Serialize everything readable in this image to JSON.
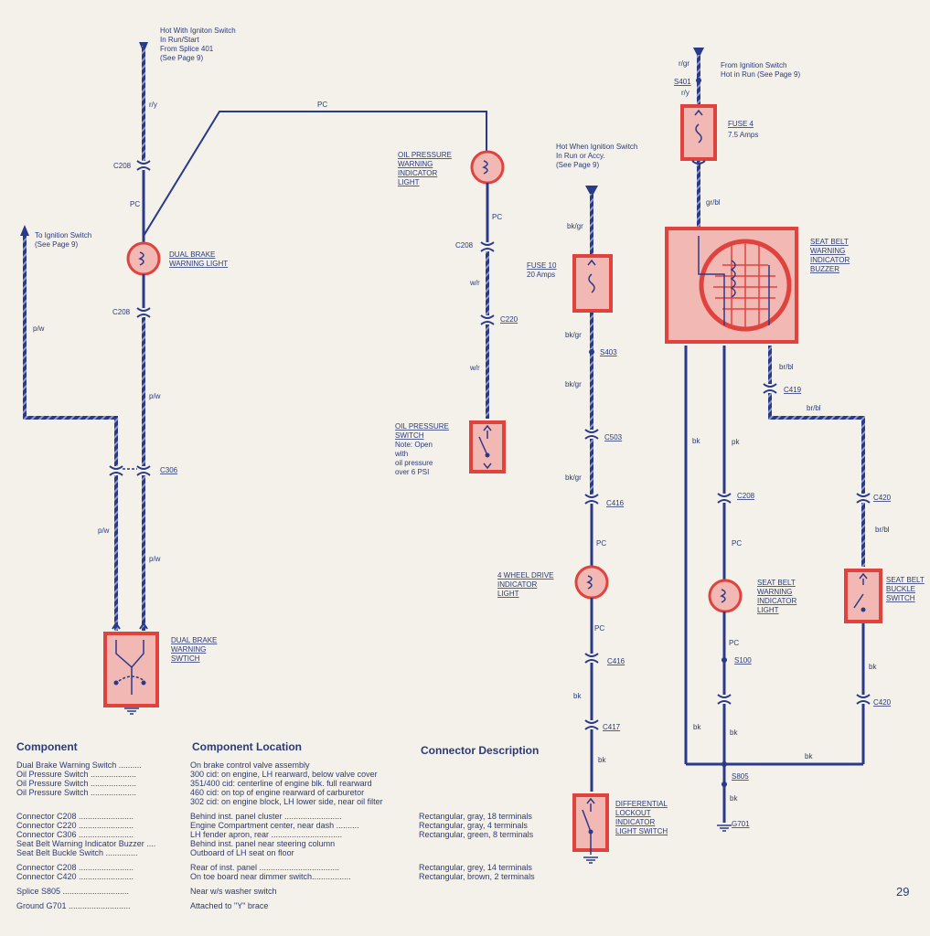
{
  "page_number": "29",
  "top_left_note": [
    "Hot With Igniton Switch",
    "In Run/Start",
    "From Splice 401",
    "(See Page 9)"
  ],
  "to_ignition": [
    "To Ignition Switch",
    "(See Page 9)"
  ],
  "top_right_note": [
    "From Ignition Switch",
    "Hot in Run (See Page 9)"
  ],
  "mid_note": [
    "Hot When Ignition Switch",
    "In Run or Accy.",
    "(See Page  9)"
  ],
  "wires": {
    "ry": "r/y",
    "pc": "PC",
    "pw": "p/w",
    "wr": "w/r",
    "bkgr": "bk/gr",
    "rgr": "r/gr",
    "grbl": "gr/bl",
    "brbl": "br/bl",
    "bk": "bk",
    "pk": "pk"
  },
  "connectors": {
    "c208": "C208",
    "c306": "C306",
    "c220": "C220",
    "c503": "C503",
    "c416": "C416",
    "c417": "C417",
    "c419": "C419",
    "c420": "C420",
    "s401": "S401",
    "s403": "S403",
    "s100": "S100",
    "s805": "S805",
    "g701": "G701"
  },
  "components": {
    "dual_brake_light": [
      "DUAL BRAKE",
      "WARNING LIGHT"
    ],
    "dual_brake_switch": [
      "DUAL BRAKE",
      "WARNING",
      "SWTICH"
    ],
    "oil_light": [
      "OIL PRESSURE",
      "WARNING",
      "INDICATOR",
      "LIGHT"
    ],
    "oil_switch": [
      "OIL PRESSURE",
      "SWITCH"
    ],
    "oil_switch_note": [
      "Note: Open",
      "with",
      "oil pressure",
      "over 6 PSI"
    ],
    "fuse10": [
      "FUSE 10",
      "20 Amps"
    ],
    "fuse4": [
      "FUSE 4",
      "7.5 Amps"
    ],
    "four_wd_light": [
      "4 WHEEL DRIVE",
      "INDICATOR",
      "LIGHT"
    ],
    "diff_switch": [
      "DIFFERENTIAL",
      "LOCKOUT",
      "INDICATOR",
      "LIGHT SWITCH"
    ],
    "buzzer": [
      "SEAT BELT",
      "WARNING",
      "INDICATOR",
      "BUZZER"
    ],
    "seatbelt_light": [
      "SEAT BELT",
      "WARNING",
      "INDICATOR",
      "LIGHT"
    ],
    "buckle_switch": [
      "SEAT BELT",
      "BUCKLE",
      "SWITCH"
    ]
  },
  "table": {
    "component_header": "Component",
    "location_header": "Component Location",
    "connector_header": "Connector Description",
    "groups": [
      [
        {
          "component": "Dual Brake Warning Switch ..........",
          "location": "On brake control valve assembly",
          "connector": ""
        },
        {
          "component": "Oil Pressure Switch ....................",
          "location": "300 cid: on engine, LH rearward, below valve cover",
          "connector": ""
        },
        {
          "component": "Oil Pressure Switch ....................",
          "location": "351/400 cid: centerline of engine blk. full rearward",
          "connector": ""
        },
        {
          "component": "Oil Pressure Switch ....................",
          "location": "460 cid: on top of engine rearward of carburetor",
          "connector": ""
        },
        {
          "component": "",
          "location": "302 cid: on engine block, LH lower side, near oil filter",
          "connector": ""
        }
      ],
      [
        {
          "component": "Connector C208 ........................",
          "location": "Behind inst. panel cluster .........................",
          "connector": "Rectangular, gray, 18 terminals"
        },
        {
          "component": "Connector C220 ........................",
          "location": "Engine Compartment center, near dash ..........",
          "connector": "Rectangular, gray, 4 terminals"
        },
        {
          "component": "Connector C306 ........................",
          "location": "LH fender apron, rear ...............................",
          "connector": "Rectangular, green, 8 terminals"
        },
        {
          "component": "Seat Belt Warning Indicator Buzzer ....",
          "location": "Behind inst. panel near steering column",
          "connector": ""
        },
        {
          "component": "Seat Belt Buckle Switch ..............",
          "location": "Outboard of LH seat on floor",
          "connector": ""
        }
      ],
      [
        {
          "component": "Connector C208 ........................",
          "location": "Rear of inst. panel ...................................",
          "connector": "Rectangular, grey, 14 terminals"
        },
        {
          "component": "Connector C420 ........................",
          "location": "On toe board near dimmer switch.................",
          "connector": "Rectangular, brown, 2 terminals"
        }
      ],
      [
        {
          "component": "Splice S805 .............................",
          "location": "Near w/s washer switch",
          "connector": ""
        }
      ],
      [
        {
          "component": "Ground G701 ...........................",
          "location": "Attached to \"Y\" brace",
          "connector": ""
        }
      ]
    ]
  },
  "colors": {
    "wire": "#2a3a8a",
    "component_fill": "#f2b8b4",
    "component_stroke": "#e0433e",
    "text": "#2a3a7a",
    "paper": "#f4f1ea"
  }
}
